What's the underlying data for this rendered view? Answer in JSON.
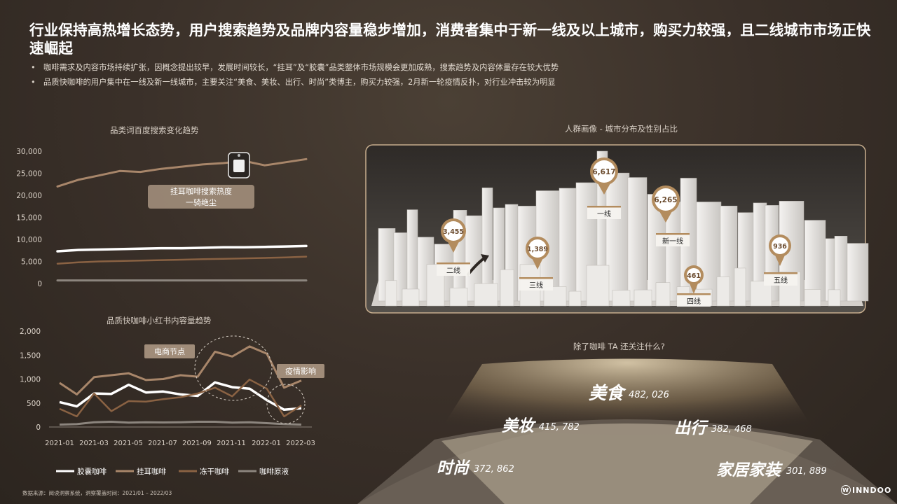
{
  "title": "行业保持高热增长态势，用户搜索趋势及品牌内容量稳步增加，消费者集中于新一线及以上城市，购买力较强，且二线城市市场正快速崛起",
  "bullets": [
    "咖啡需求及内容市场持续扩张，因概念提出较早，发展时间较长，“挂耳”及“胶囊”品类整体市场规模会更加成熟，搜索趋势及内容体量存在较大优势",
    "品质快咖啡的用户集中在一线及新一线城市，主要关注“美食、美妆、出行、时尚”类博主，购买力较强，2月新一轮疫情反扑，对行业冲击较为明显"
  ],
  "footer_source": "数据来源：阅读洞察系统，洞察覆盖时间：2021/01 – 2022/03",
  "logo_text": "INNDOO",
  "logo_mark": "W",
  "colors": {
    "white": "#ffffff",
    "tan": "#a8866a",
    "brown": "#8a6243",
    "gray": "#8c857e",
    "accent": "#b8976e"
  },
  "chart_data": [
    {
      "type": "line",
      "title": "品类词百度搜索变化趋势",
      "ylim": [
        0,
        30000
      ],
      "yticks": [
        "30,000",
        "25,000",
        "20,000",
        "15,000",
        "10,000",
        "5,000",
        "0"
      ],
      "annotation": [
        "挂耳咖啡搜索热度",
        "一骑绝尘"
      ],
      "series": [
        {
          "key": "guaer",
          "values": [
            22000,
            23500,
            24500,
            25500,
            25300,
            26000,
            26500,
            27000,
            27300,
            27800,
            26800,
            27500,
            28200
          ]
        },
        {
          "key": "jiaonang",
          "values": [
            7300,
            7600,
            7700,
            7800,
            7900,
            8000,
            8000,
            8100,
            8200,
            8200,
            8300,
            8400,
            8500
          ]
        },
        {
          "key": "donggan",
          "values": [
            4500,
            4800,
            5000,
            5100,
            5200,
            5300,
            5400,
            5500,
            5600,
            5700,
            5800,
            5900,
            6100
          ]
        },
        {
          "key": "yuanye",
          "values": [
            700,
            700,
            700,
            700,
            700,
            700,
            700,
            700,
            700,
            700,
            700,
            700,
            700
          ]
        }
      ]
    },
    {
      "type": "line",
      "title": "品质快咖啡小红书内容量趋势",
      "ylim": [
        0,
        2000
      ],
      "yticks": [
        "2,000",
        "1,500",
        "1,000",
        "500",
        "0"
      ],
      "x": [
        "2021-01",
        "2021-03",
        "2021-05",
        "2021-07",
        "2021-09",
        "2021-11",
        "2022-01",
        "2022-03"
      ],
      "annotations": [
        "电商节点",
        "疫情影响"
      ],
      "series": [
        {
          "name": "胶囊咖啡",
          "key": "jiaonang",
          "values": [
            520,
            430,
            700,
            690,
            880,
            720,
            740,
            680,
            650,
            930,
            830,
            800,
            560,
            360,
            390
          ]
        },
        {
          "name": "挂耳咖啡",
          "key": "guaer",
          "values": [
            920,
            680,
            1040,
            1080,
            1120,
            980,
            1000,
            1080,
            1050,
            1570,
            1470,
            1680,
            1530,
            820,
            970
          ]
        },
        {
          "name": "冻干咖啡",
          "key": "donggan",
          "values": [
            380,
            220,
            700,
            330,
            540,
            530,
            580,
            620,
            700,
            820,
            640,
            990,
            800,
            220,
            450
          ]
        },
        {
          "name": "咖啡原液",
          "key": "yuanye",
          "values": [
            50,
            60,
            100,
            110,
            90,
            100,
            95,
            100,
            110,
            110,
            90,
            100,
            80,
            60,
            50
          ]
        }
      ]
    },
    {
      "type": "map-bubble",
      "title": "人群画像 - 城市分布及性别占比",
      "points": [
        {
          "value": "6,617",
          "label": "一线"
        },
        {
          "value": "6,265",
          "label": "新一线"
        },
        {
          "value": "3,455",
          "label": "二线"
        },
        {
          "value": "1,389",
          "label": "三线"
        },
        {
          "value": "461",
          "label": "四线"
        },
        {
          "value": "936",
          "label": "五线"
        }
      ]
    },
    {
      "type": "word-cloud",
      "title": "除了咖啡 TA 还关注什么?",
      "items": [
        {
          "label": "美食",
          "value": "482, 026"
        },
        {
          "label": "美妆",
          "value": "415, 782"
        },
        {
          "label": "出行",
          "value": "382, 468"
        },
        {
          "label": "时尚",
          "value": "372, 862"
        },
        {
          "label": "家居家装",
          "value": "301, 889"
        }
      ]
    }
  ]
}
